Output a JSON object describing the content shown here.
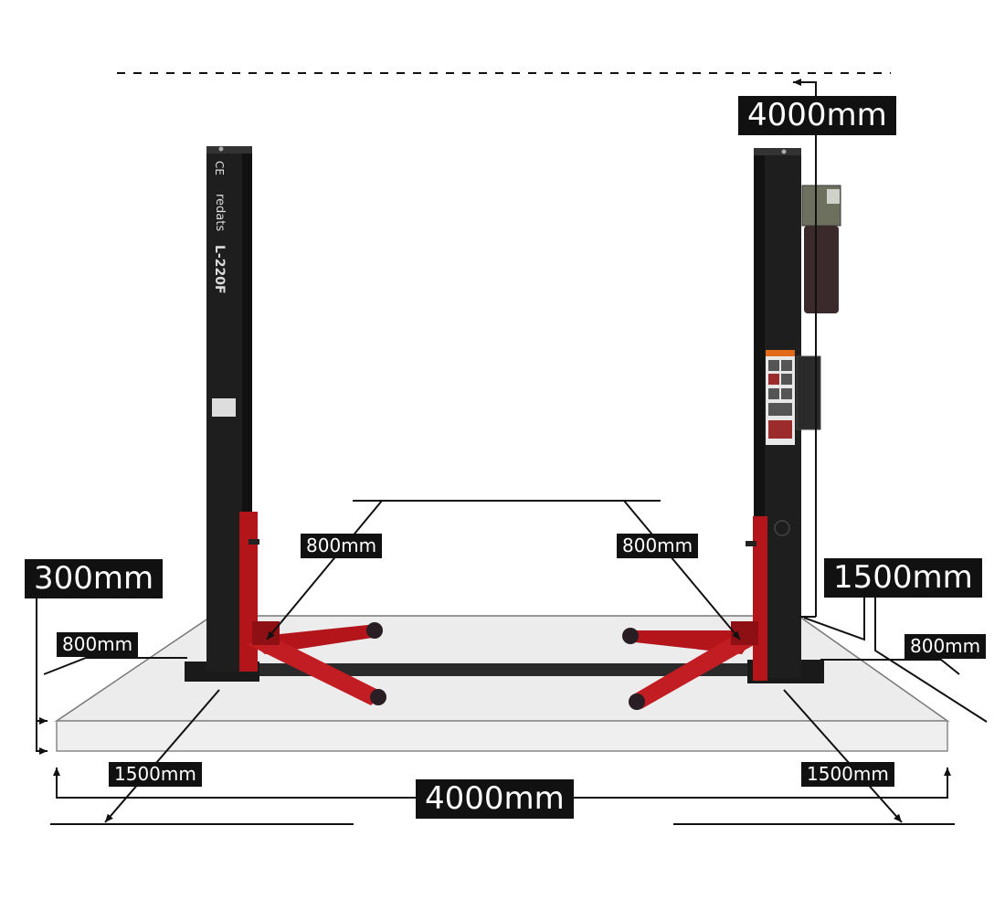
{
  "labels": {
    "height_top": "4000mm",
    "pad_height": "300mm",
    "right_width": "1500mm",
    "left_arm": "800mm",
    "right_arm": "800mm",
    "left_edge": "800mm",
    "right_edge": "800mm",
    "bottom_left": "1500mm",
    "bottom_right": "1500mm",
    "total_width": "4000mm"
  },
  "column_marking": {
    "ce": "CE",
    "brand": "redats",
    "model": "L-220F"
  },
  "colors": {
    "column": "#1c1c1c",
    "arm": "#b3151b",
    "label_bg": "#111111",
    "floor": "#ececec"
  }
}
